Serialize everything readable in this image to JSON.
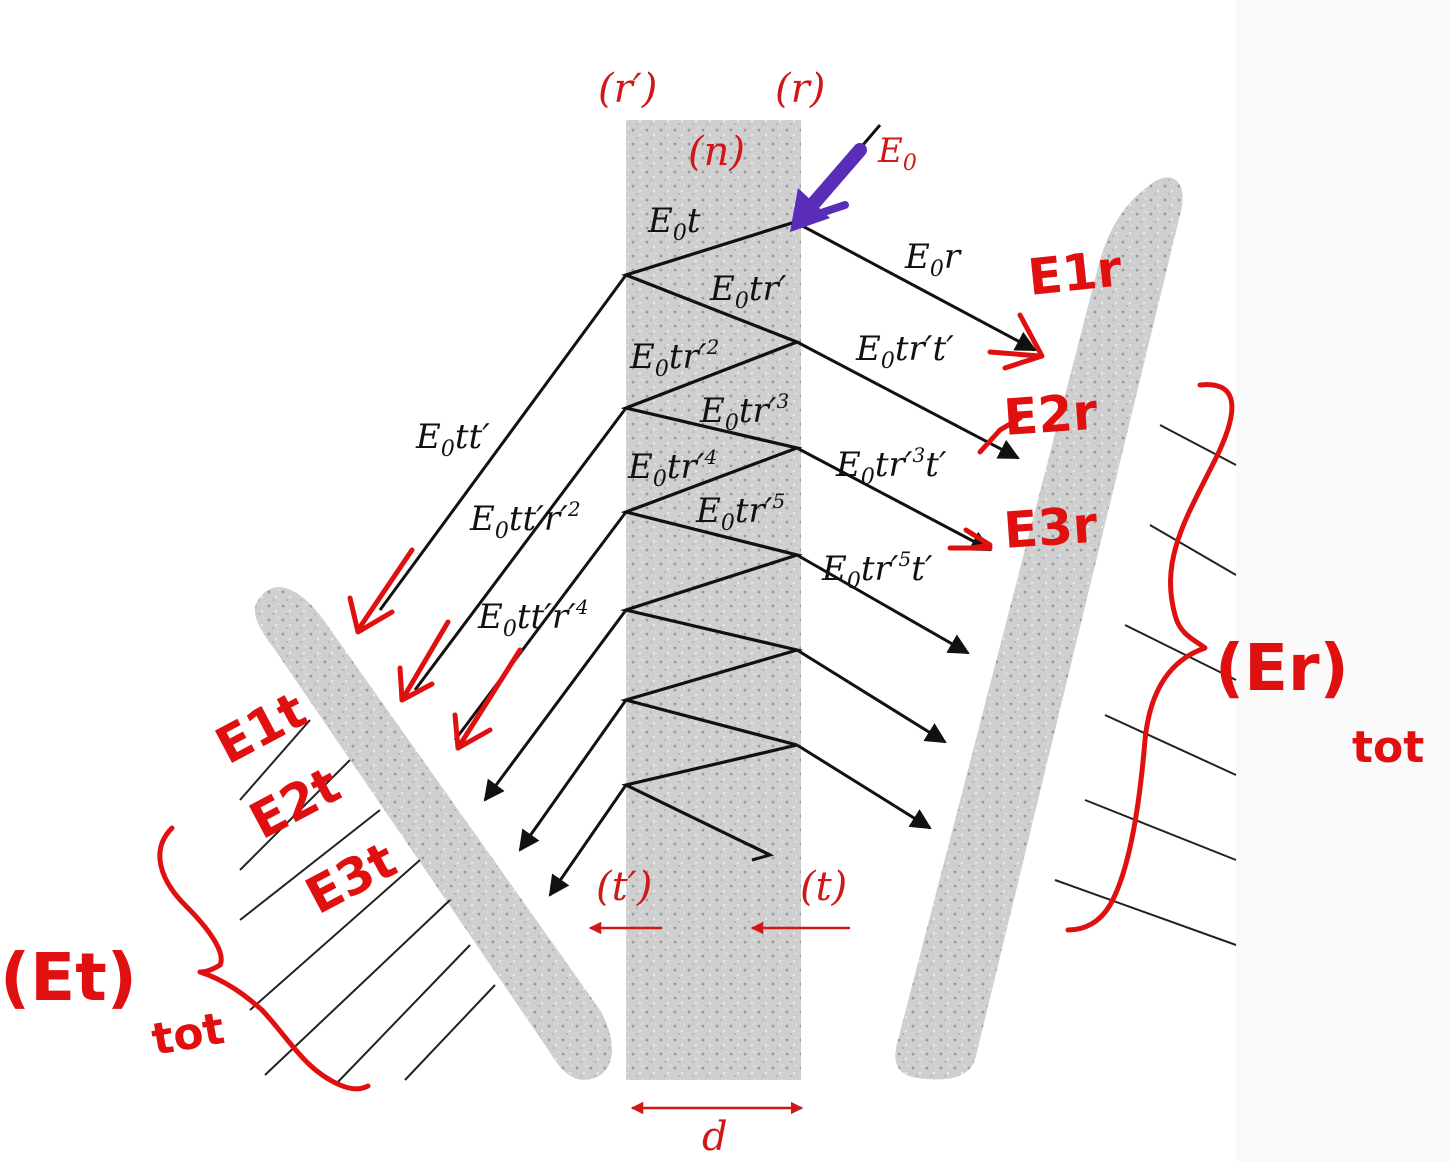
{
  "diagram": {
    "interface_labels": {
      "left_interface": "(r′)",
      "right_interface": "(r)",
      "medium": "(n)",
      "transmission_left": "(t′)",
      "transmission_right": "(t)",
      "thickness": "d"
    },
    "incident": {
      "base": "E",
      "sub": "0"
    },
    "inner_beams": [
      {
        "base": "E",
        "sub": "0",
        "tail": "t",
        "sup": ""
      },
      {
        "base": "E",
        "sub": "0",
        "tail": "tr′",
        "sup": ""
      },
      {
        "base": "E",
        "sub": "0",
        "tail": "tr′",
        "sup": "2"
      },
      {
        "base": "E",
        "sub": "0",
        "tail": "tr′",
        "sup": "3"
      },
      {
        "base": "E",
        "sub": "0",
        "tail": "tr′",
        "sup": "4"
      },
      {
        "base": "E",
        "sub": "0",
        "tail": "tr′",
        "sup": "5"
      }
    ],
    "reflected_beams": [
      {
        "base": "E",
        "sub": "0",
        "tail": "r",
        "post": ""
      },
      {
        "base": "E",
        "sub": "0",
        "tail": "tr′t′",
        "post": ""
      },
      {
        "base": "E",
        "sub": "0",
        "tail": "tr′",
        "sup": "3",
        "post": "t′"
      },
      {
        "base": "E",
        "sub": "0",
        "tail": "tr′",
        "sup": "5",
        "post": "t′"
      }
    ],
    "transmitted_beams": [
      {
        "base": "E",
        "sub": "0",
        "tail": "tt′",
        "sup": ""
      },
      {
        "base": "E",
        "sub": "0",
        "tail": "tt′r′",
        "sup": "2"
      },
      {
        "base": "E",
        "sub": "0",
        "tail": "tt′r′",
        "sup": "4"
      }
    ],
    "handwritten": {
      "reflected": [
        "E1r",
        "E2r",
        "E3r"
      ],
      "reflected_total": "(Er)",
      "reflected_total_sub": "tot",
      "transmitted": [
        "E1t",
        "E2t",
        "E3t"
      ],
      "transmitted_total": "(Et)",
      "transmitted_total_sub": "tot"
    },
    "colors": {
      "ink": "#111111",
      "annotation": "#e01010",
      "printed_red": "#d01818",
      "incident_arrow": "#5a2db8",
      "plate": "#c9c9c9"
    }
  }
}
